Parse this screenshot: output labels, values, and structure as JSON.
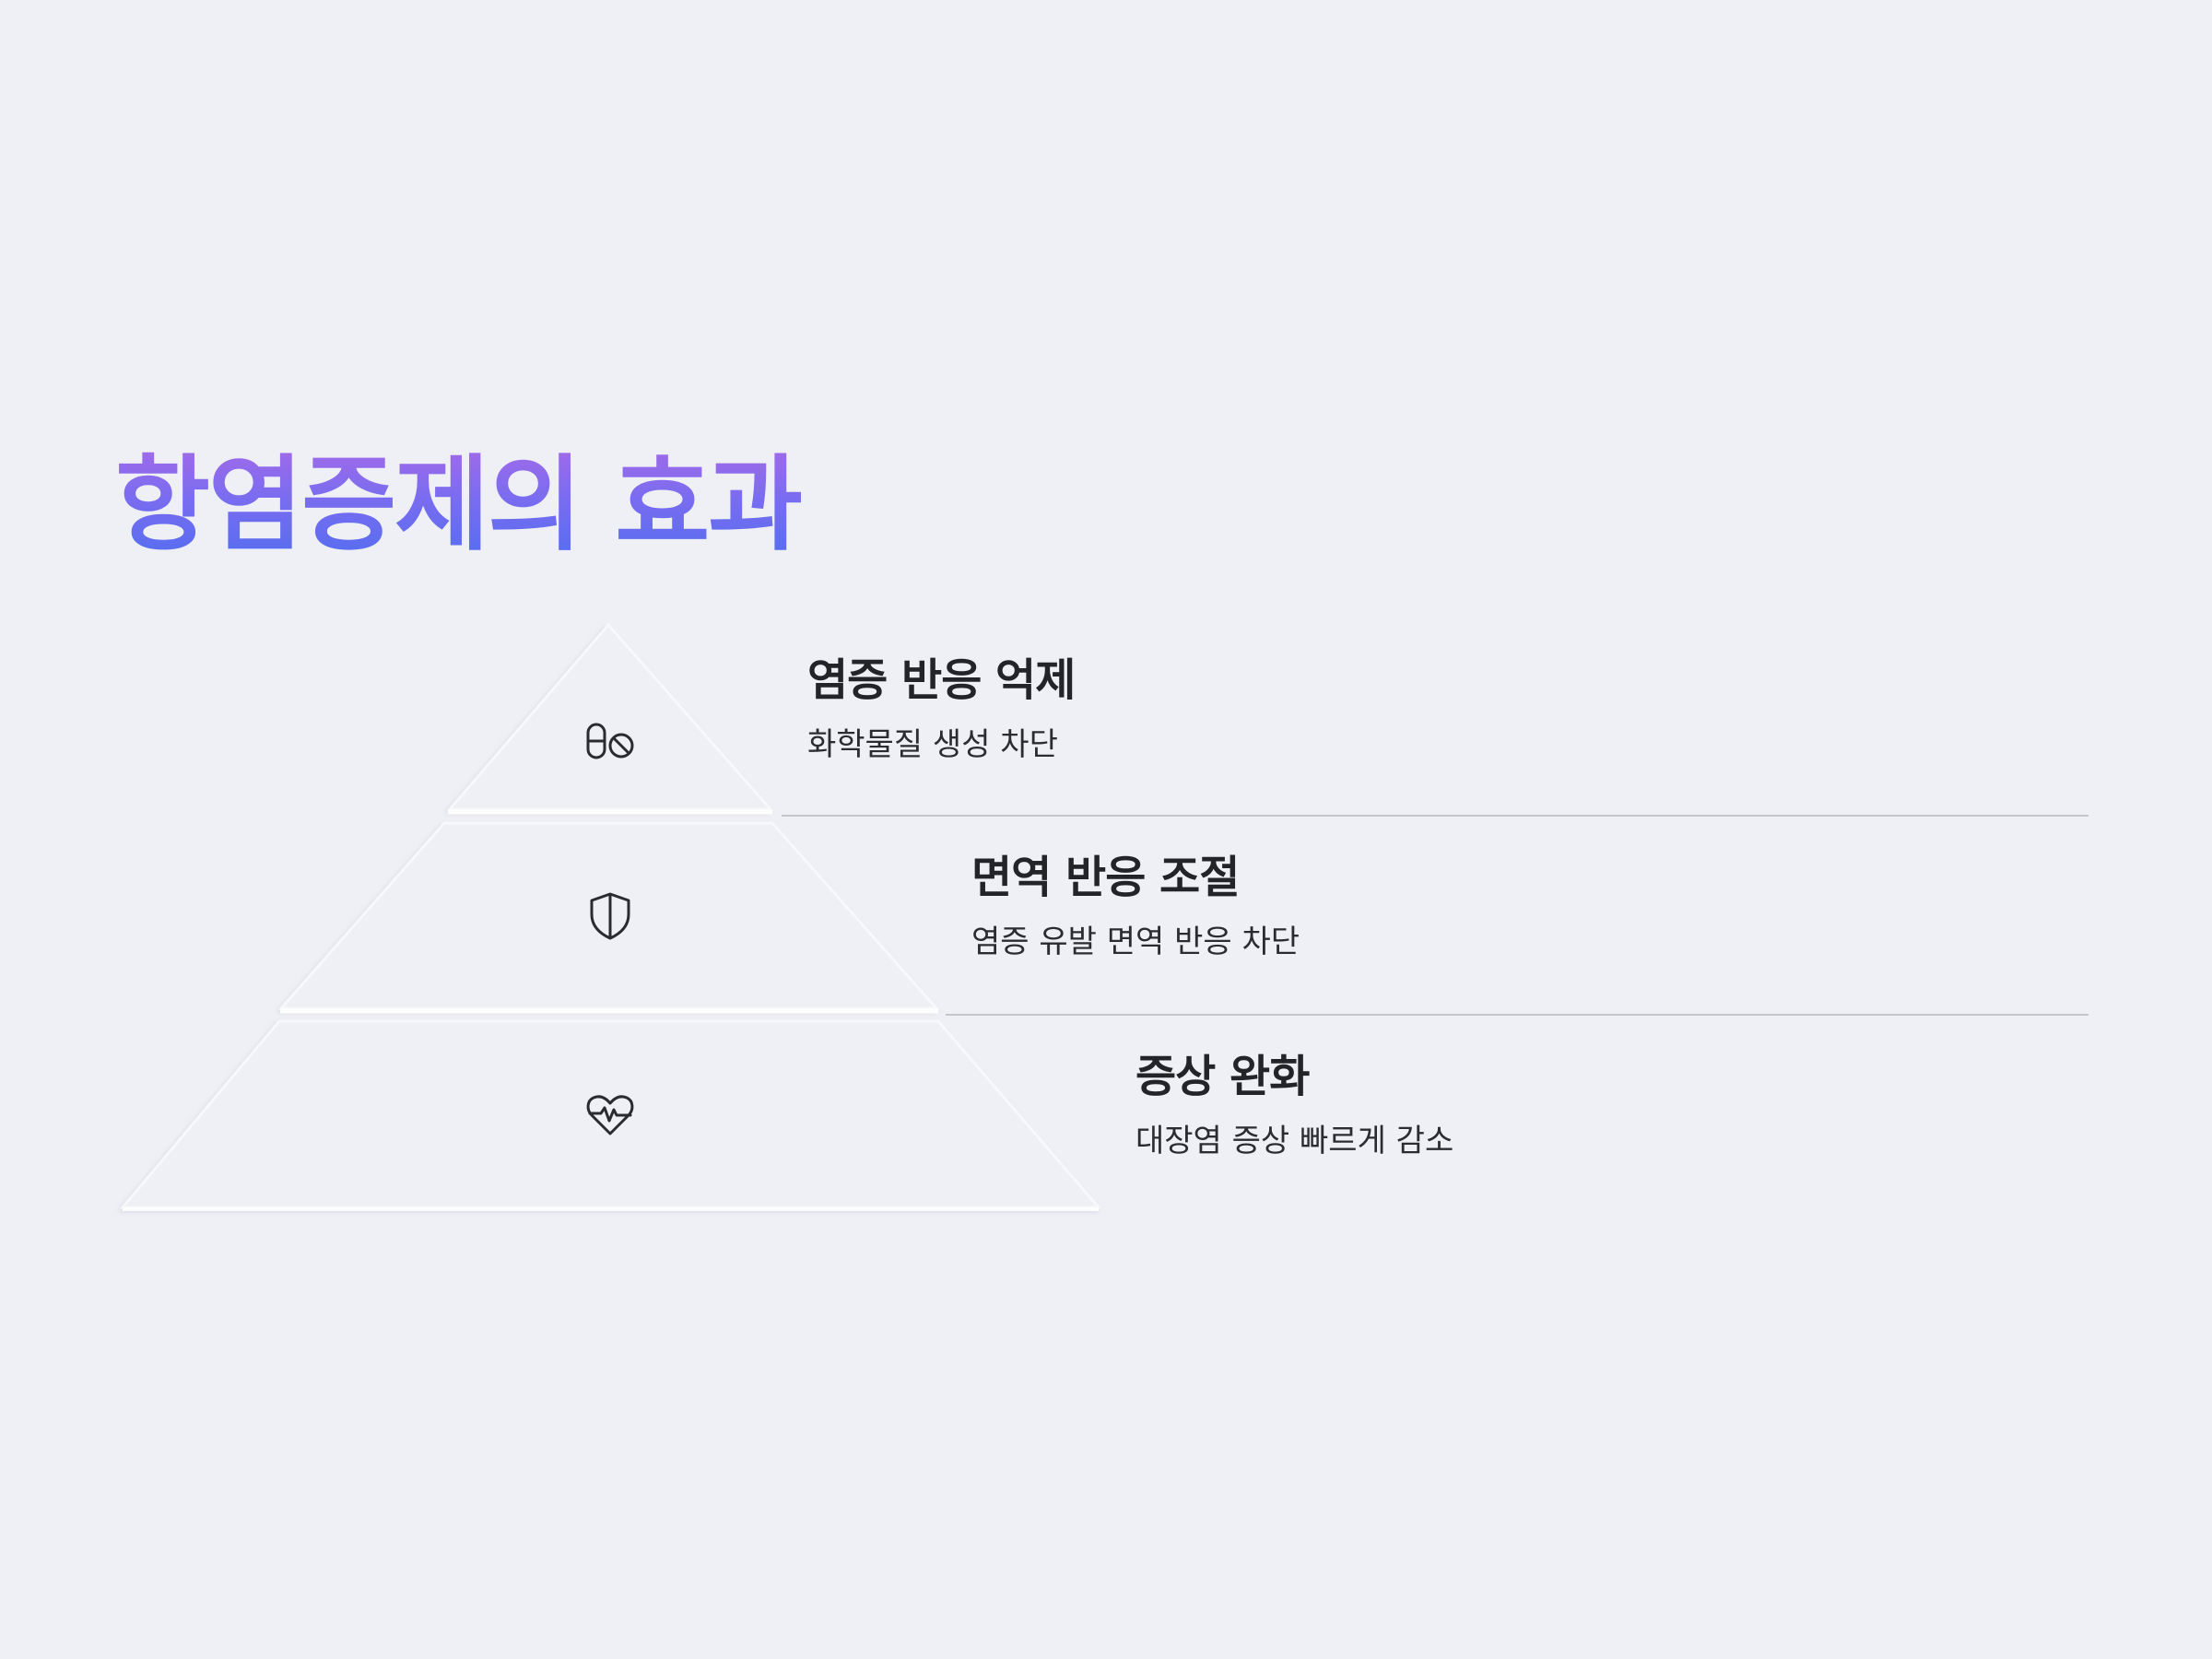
{
  "title": "항염증제의 효과",
  "colors": {
    "background": "#eff0f5",
    "title_gradient_start": "#a56ae8",
    "title_gradient_end": "#4f6ef0",
    "text": "#232428",
    "divider": "#c4c6cc"
  },
  "tiers": [
    {
      "heading": "염증 반응 억제",
      "description": "화학물질 생성 차단",
      "icon": "pill-block-icon"
    },
    {
      "heading": "면역 반응 조절",
      "description": "염증 유발 면역 반응 차단",
      "icon": "shield-icon"
    },
    {
      "heading": "증상 완화",
      "description": "대장염 증상 빠르게 감소",
      "icon": "heart-pulse-icon"
    }
  ]
}
